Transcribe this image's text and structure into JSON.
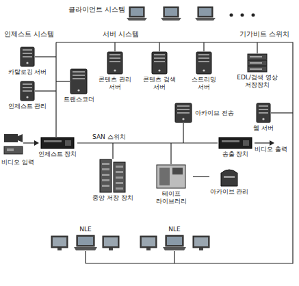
{
  "diagram": {
    "nodes": [
      {
        "text": [
          "카탈로깅 서버"
        ]
      },
      {
        "text": [
          "인제스트 관리"
        ]
      },
      {
        "text": [
          "트랜스코더"
        ]
      },
      {
        "text": [
          "콘텐츠 관리 서버"
        ]
      },
      {
        "text": [
          "콘텐츠 검색 서버"
        ]
      },
      {
        "text": [
          "스트리밍 서버"
        ]
      },
      {
        "text": [
          "EDL/검색 영상 저장장치"
        ]
      },
      {
        "text": [
          "아카이브 전송"
        ]
      },
      {
        "text": [
          "웹 서버"
        ]
      },
      {
        "text": [
          "인제스트 장치"
        ]
      },
      {
        "text": [
          "송출 장치"
        ]
      },
      {
        "text": [
          "중앙 저장 장치"
        ]
      },
      {
        "text": [
          "테이프 라이브러리"
        ]
      },
      {
        "text": [
          "아카이브 관리"
        ]
      },
      {
        "text": [
          "NLE"
        ]
      },
      {
        "text": [
          "NLE"
        ]
      }
    ],
    "edges": [
      {
        "from": 9,
        "to": 10,
        "arrow": "none"
      },
      {
        "from": 12,
        "to": 13,
        "arrow": "none"
      }
    ],
    "labels": [
      "클라이언트 시스템",
      "인제스트 시스템",
      "서버 시스템",
      "기가비트 스위치",
      "비디오 입력",
      "SAN 스위치",
      "비디오 출력"
    ]
  }
}
